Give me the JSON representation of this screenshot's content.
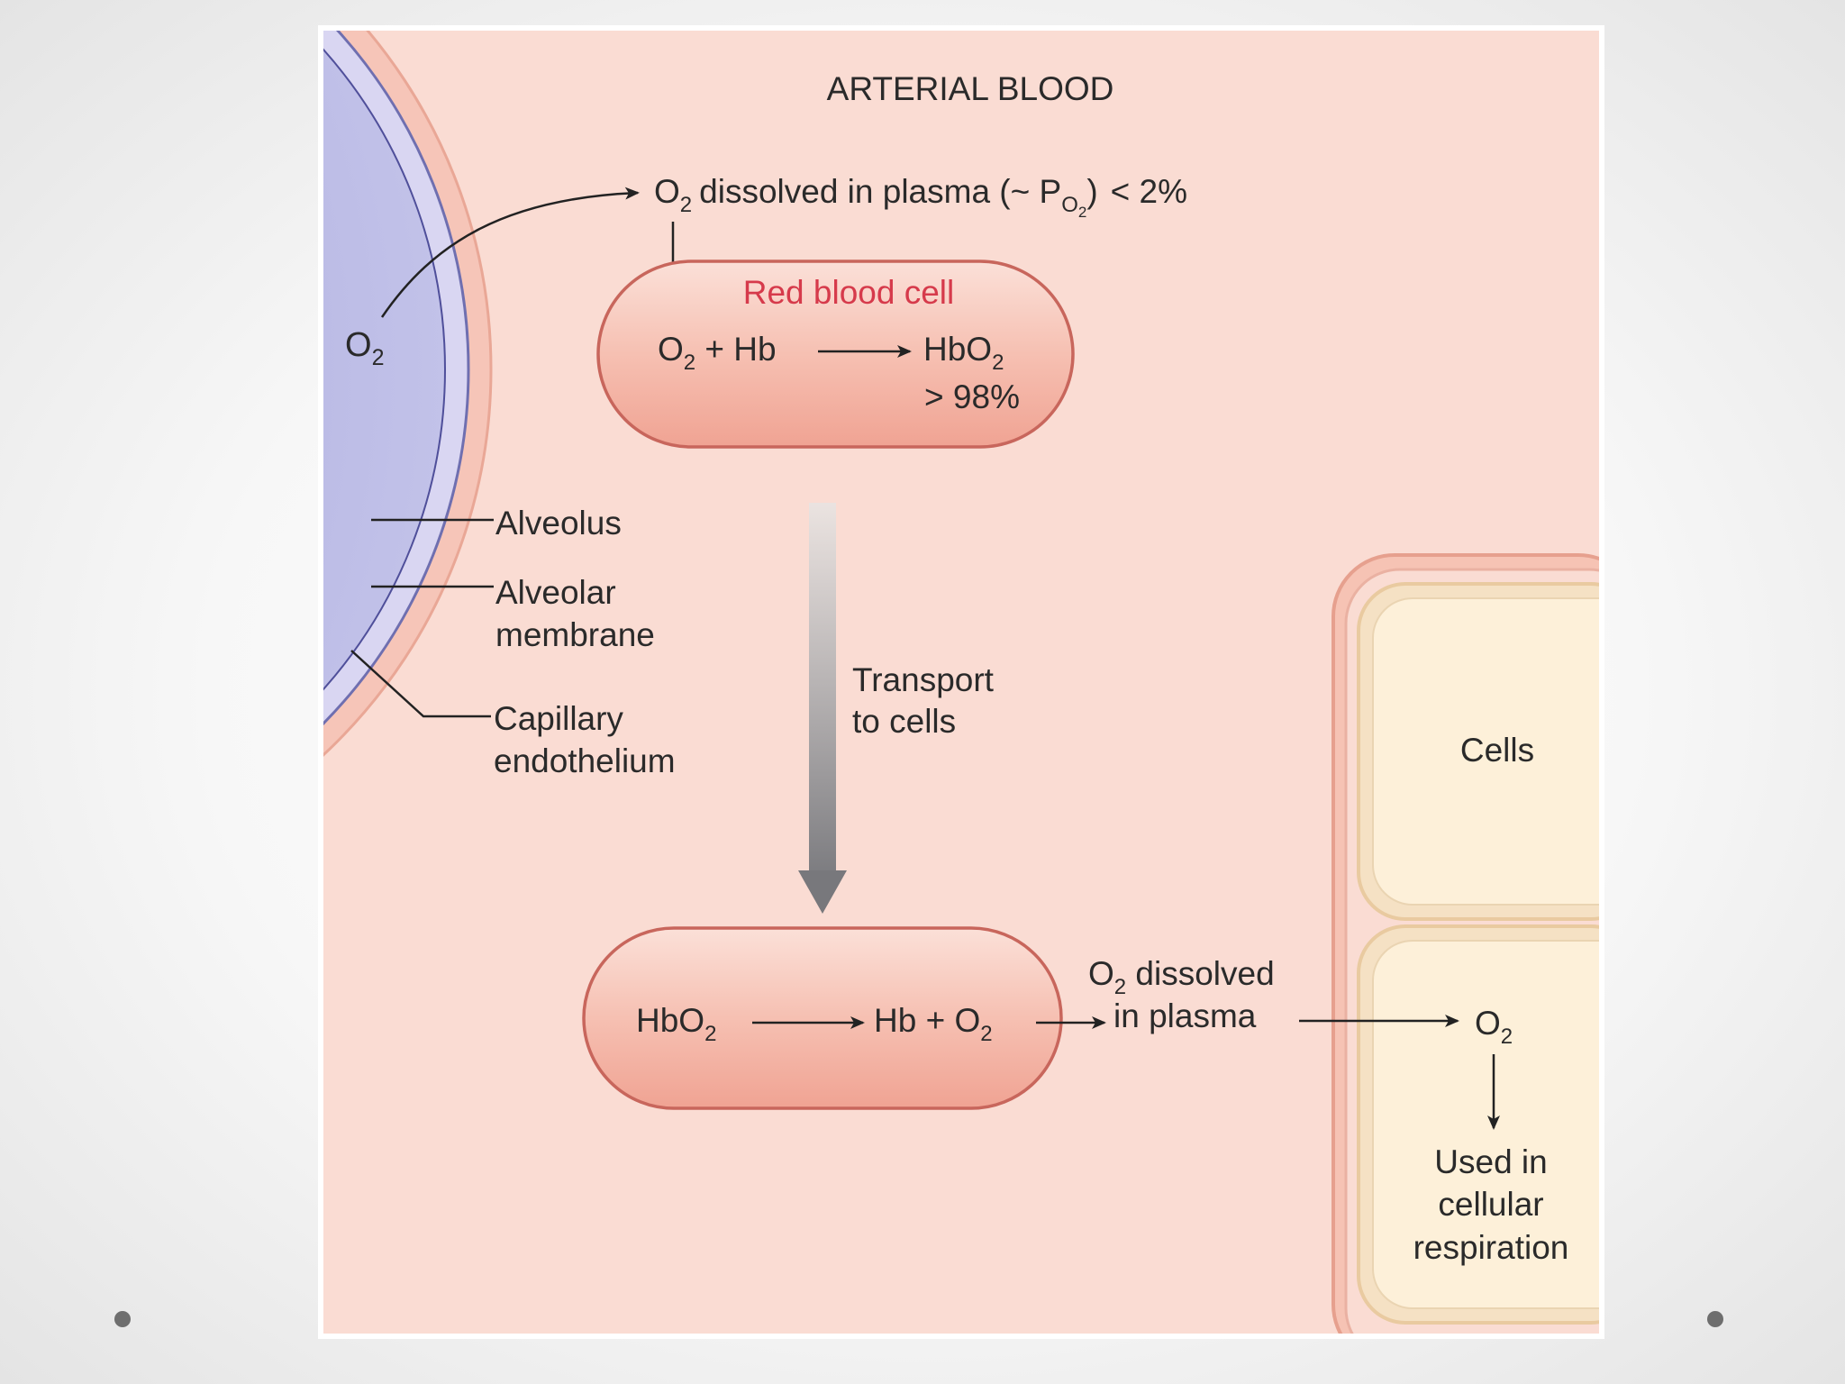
{
  "title": "ARTERIAL BLOOD",
  "plasma_top": {
    "o2": "O",
    "o2_sub": "2",
    "text": "dissolved in plasma (~ P",
    "p_sub": "O",
    "p_sub2": "2",
    "close": ")",
    "pct": "< 2%"
  },
  "alveolus_o2": {
    "o": "O",
    "sub": "2"
  },
  "rbc_top": {
    "label": "Red blood cell",
    "left_o": "O",
    "left_sub": "2",
    "left_rest": " + Hb",
    "right_main": "HbO",
    "right_sub": "2",
    "pct": "> 98%"
  },
  "labels": {
    "alveolus": "Alveolus",
    "alveolar_membrane_1": "Alveolar",
    "alveolar_membrane_2": "membrane",
    "capillary_1": "Capillary",
    "capillary_2": "endothelium",
    "transport_1": "Transport",
    "transport_2": "to cells"
  },
  "rbc_bottom": {
    "left_main": "HbO",
    "left_sub": "2",
    "right_pre": "Hb + O",
    "right_sub": "2"
  },
  "plasma_bottom": {
    "o": "O",
    "sub": "2",
    "line1_rest": " dissolved",
    "line2": "in plasma"
  },
  "cells": {
    "label": "Cells",
    "o2": "O",
    "o2_sub": "2",
    "used_1": "Used in",
    "used_2": "cellular",
    "used_3": "respiration"
  },
  "colors": {
    "plasma_bg": "#fadcd3",
    "rbc_fill": "#f5b5a8",
    "rbc_stroke": "#c9665c",
    "alveolus_fill": "#b2b2e0",
    "membrane": "#d6d3f2",
    "endothelium": "#f3b6a6",
    "cell_fill": "#fdf0d8",
    "cell_border": "#f1d8b6",
    "red_label": "#d63a4b"
  }
}
